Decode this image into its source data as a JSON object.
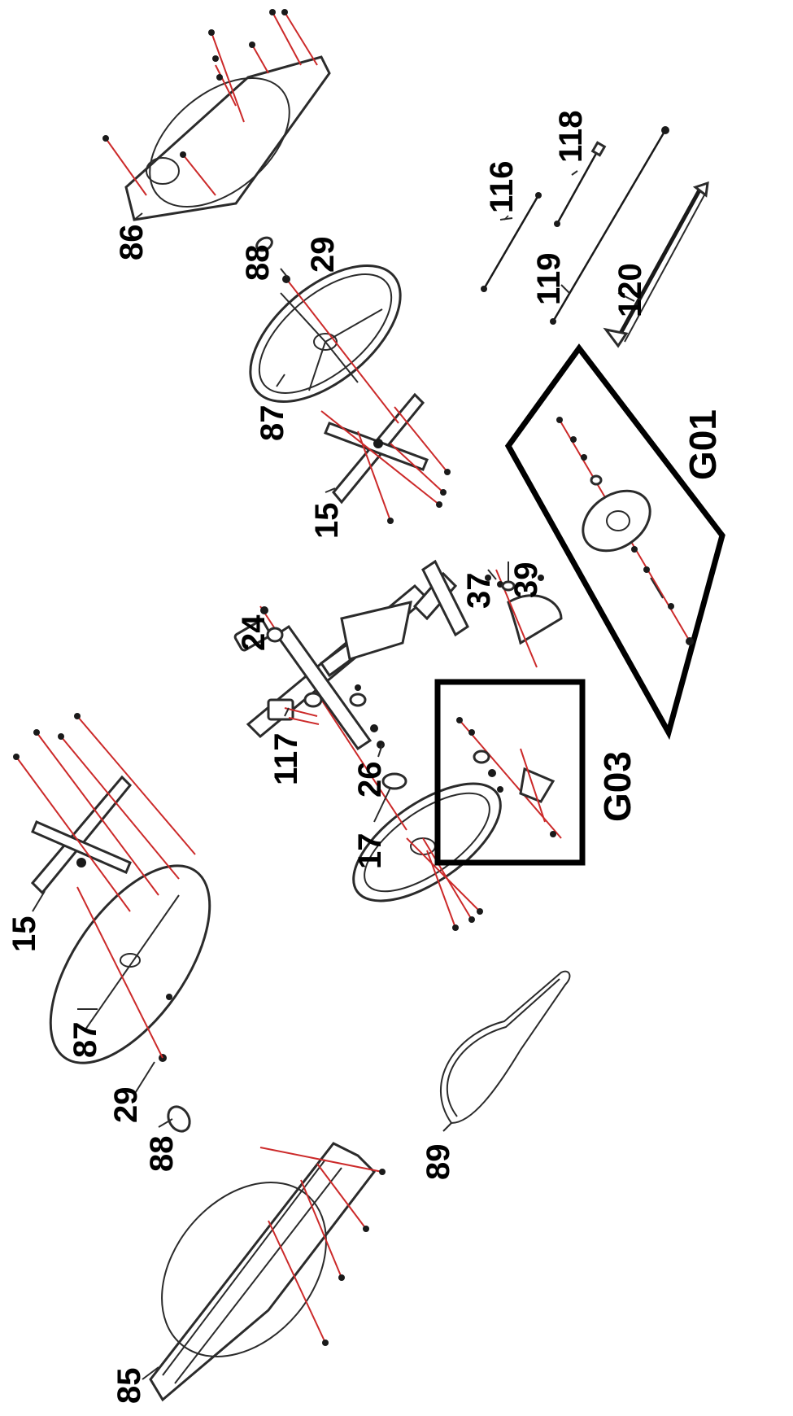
{
  "diagram": {
    "parts": [
      {
        "id": "p85",
        "label": "85"
      },
      {
        "id": "p88a",
        "label": "88"
      },
      {
        "id": "p29a",
        "label": "29"
      },
      {
        "id": "p87a",
        "label": "87"
      },
      {
        "id": "p15a",
        "label": "15"
      },
      {
        "id": "p89",
        "label": "89"
      },
      {
        "id": "p17",
        "label": "17"
      },
      {
        "id": "p26",
        "label": "26"
      },
      {
        "id": "p117",
        "label": "117"
      },
      {
        "id": "p24",
        "label": "24"
      },
      {
        "id": "p37",
        "label": "37"
      },
      {
        "id": "p39",
        "label": "39"
      },
      {
        "id": "p15b",
        "label": "15"
      },
      {
        "id": "p87b",
        "label": "87"
      },
      {
        "id": "p29b",
        "label": "29"
      },
      {
        "id": "p88b",
        "label": "88"
      },
      {
        "id": "p86",
        "label": "86"
      },
      {
        "id": "p116",
        "label": "116"
      },
      {
        "id": "p118",
        "label": "118"
      },
      {
        "id": "p119",
        "label": "119"
      },
      {
        "id": "p120",
        "label": "120"
      }
    ],
    "groups": [
      {
        "id": "g03",
        "label": "G03"
      },
      {
        "id": "g01",
        "label": "G01"
      }
    ]
  }
}
